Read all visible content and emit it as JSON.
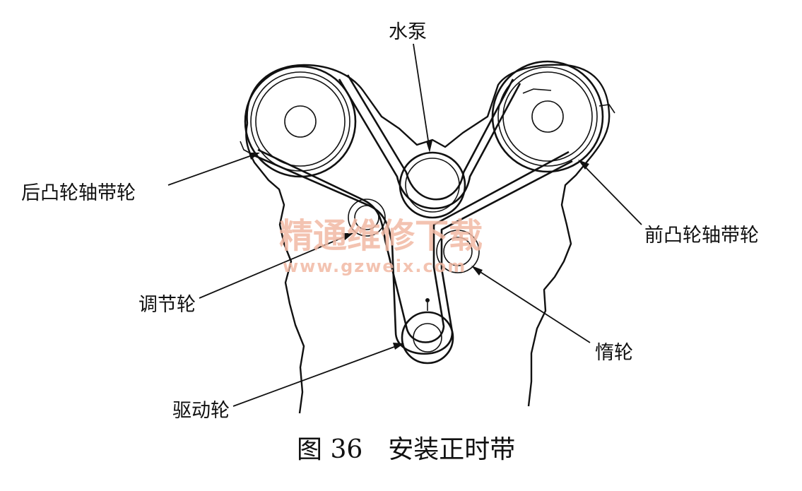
{
  "labels": {
    "water_pump": "水泵",
    "rear_cam_pulley": "后凸轮轴带轮",
    "front_cam_pulley": "前凸轮轴带轮",
    "adjust_pulley": "调节轮",
    "idler_pulley": "惰轮",
    "drive_pulley": "驱动轮"
  },
  "caption": "图 36　安装正时带",
  "watermark": {
    "title": "精通维修下载",
    "url": "www.gzweix.com"
  },
  "colors": {
    "ink": "#111111",
    "watermark": "#f2b9a4"
  }
}
